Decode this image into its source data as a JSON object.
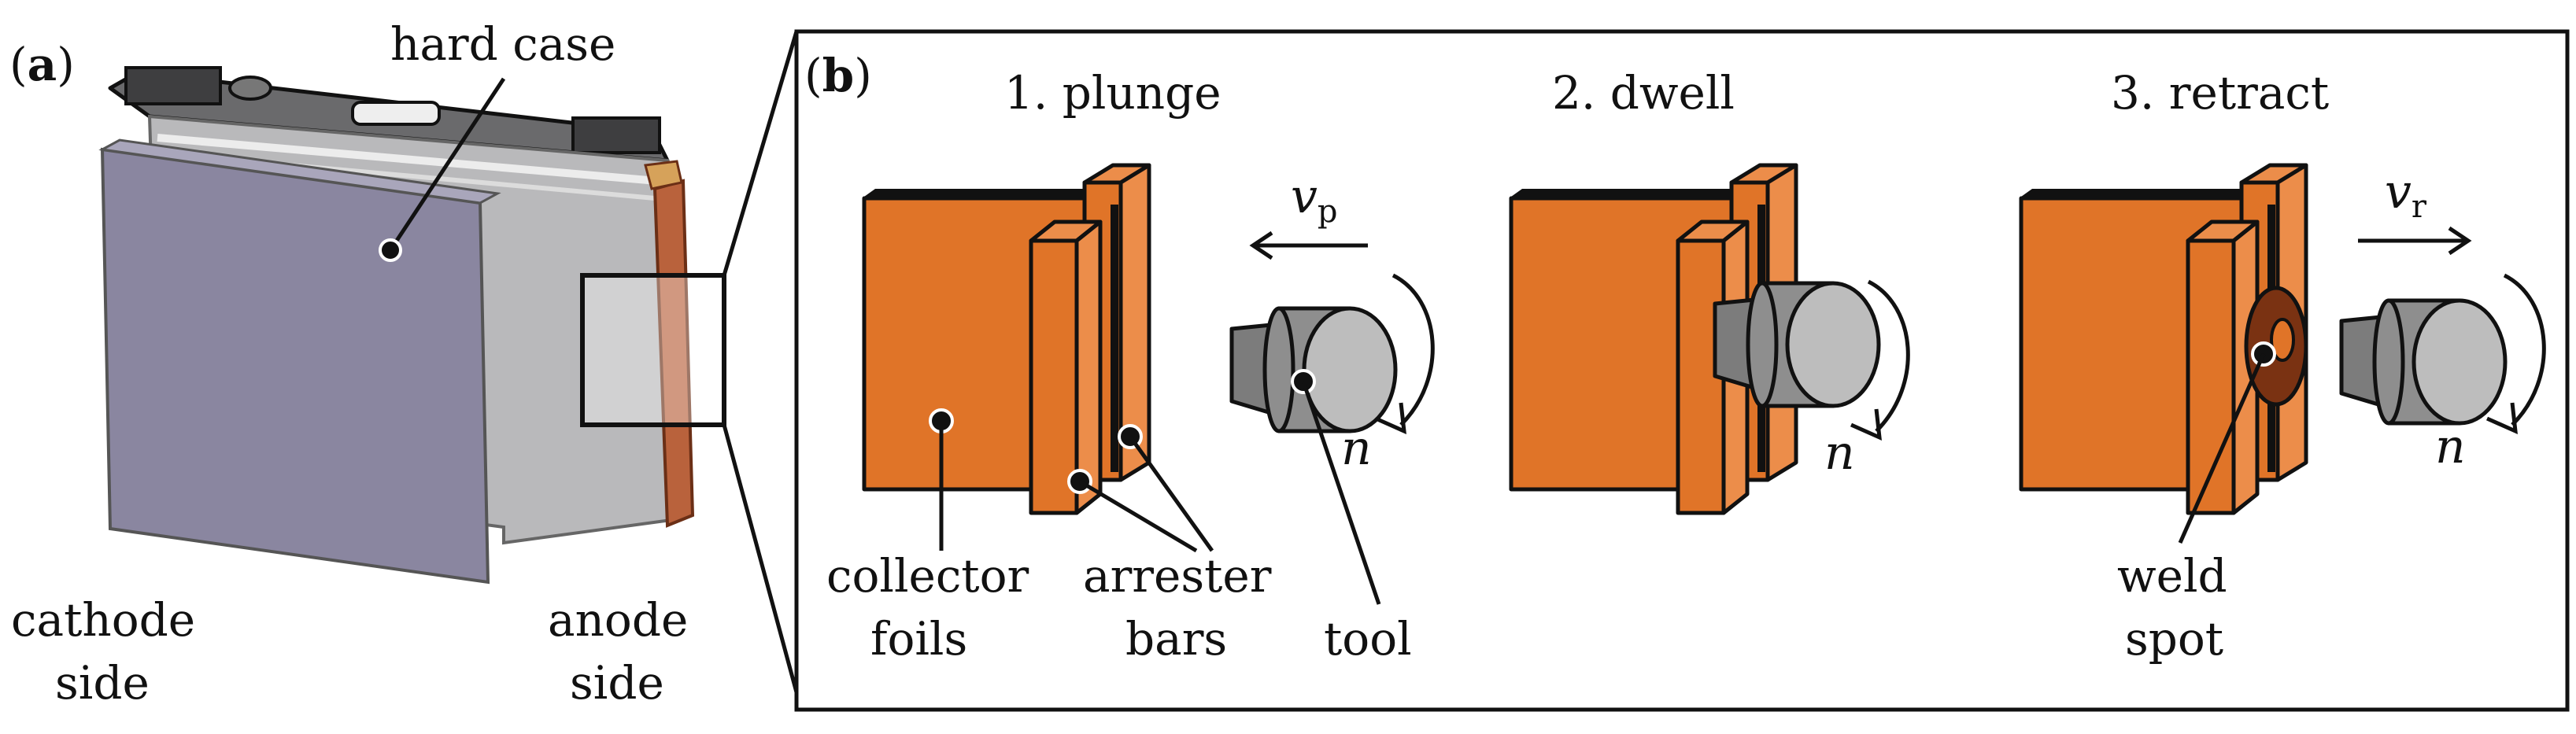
{
  "panel_a": {
    "tag": "a",
    "hard_case": "hard case",
    "cathode": [
      "cathode",
      "side"
    ],
    "anode": [
      "anode",
      "side"
    ]
  },
  "panel_b": {
    "tag": "b",
    "steps": [
      "1. plunge",
      "2. dwell",
      "3. retract"
    ],
    "v_plunge": "v",
    "v_plunge_sub": "p",
    "v_retract": "v",
    "v_retract_sub": "r",
    "n": "n",
    "collector": [
      "collector",
      "foils"
    ],
    "arrester": [
      "arrester",
      "bars"
    ],
    "tool": "tool",
    "weld": [
      "weld",
      "spot"
    ]
  },
  "colors": {
    "foil": "#e07428",
    "foil_light": "#ec8d4a",
    "case": "#b9b9bb",
    "cathode": "#8a86a0",
    "anode": "#b9623c",
    "weld_spot": "#7a3212",
    "tool_dark": "#8e8e8e",
    "tool_light": "#bdbdbd"
  }
}
